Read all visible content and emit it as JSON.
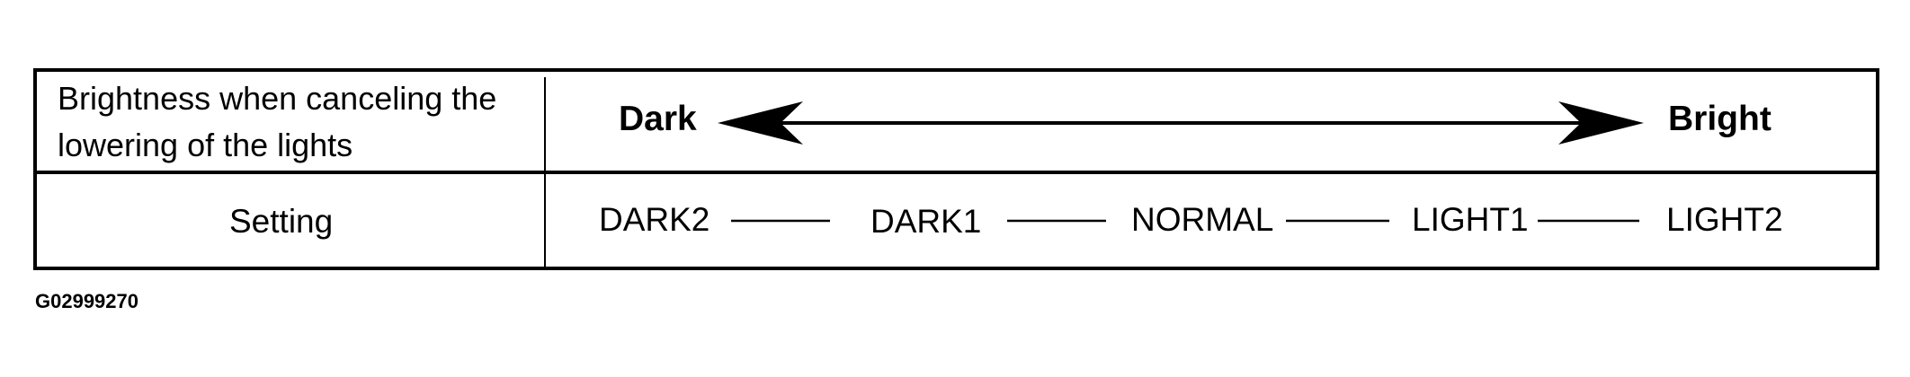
{
  "table": {
    "row1_header_line1": "Brightness when canceling the",
    "row1_header_line2": "lowering of the lights",
    "scale_left_label": "Dark",
    "scale_right_label": "Bright",
    "row2_header": "Setting",
    "settings": [
      "DARK2",
      "DARK1",
      "NORMAL",
      "LIGHT1",
      "LIGHT2"
    ]
  },
  "figure_id": "G02999270"
}
